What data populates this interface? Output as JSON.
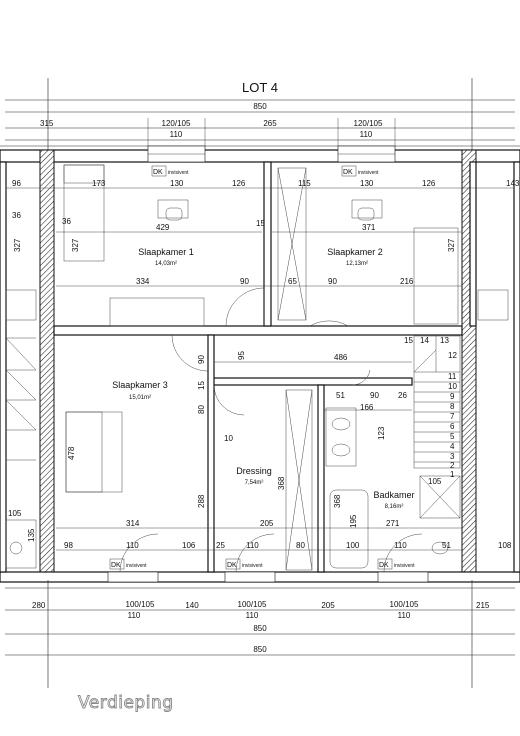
{
  "title": "LOT 4",
  "caption": "Verdieping",
  "rooms": {
    "slaapkamer1": {
      "name": "Slaapkamer 1",
      "area": "14,03m²"
    },
    "slaapkamer2": {
      "name": "Slaapkamer 2",
      "area": "12,13m²"
    },
    "slaapkamer3": {
      "name": "Slaapkamer 3",
      "area": "15,01m²"
    },
    "dressing": {
      "name": "Dressing",
      "area": "7,54m²"
    },
    "badkamer": {
      "name": "Badkamer",
      "area": "8,16m²"
    }
  },
  "windows": {
    "dk": "DK",
    "note": "invisivent"
  },
  "top_dims": {
    "total": "850",
    "w1": "120/105",
    "w1b": "110",
    "w2": "120/105",
    "w2b": "110",
    "s1": "315",
    "s2": "265"
  },
  "bottom_dims": {
    "a": "280",
    "b": "100/105",
    "bb": "110",
    "c": "140",
    "d": "100/105",
    "db": "110",
    "e": "205",
    "f": "100/105",
    "fb": "110",
    "g": "215",
    "total1": "850",
    "total2": "850"
  },
  "inner_dims": {
    "d96": "96",
    "d173": "173",
    "d130a": "130",
    "d126a": "126",
    "d115": "115",
    "d130b": "130",
    "d126b": "126",
    "d143": "143",
    "d36a": "36",
    "d327a": "327",
    "d429": "429",
    "d15a": "15",
    "d371": "371",
    "d327b": "327",
    "d36b": "36",
    "d327c": "327",
    "d334": "334",
    "d90a": "90",
    "d65": "65",
    "d90b": "90",
    "d216": "216",
    "d15b": "15",
    "d14": "14",
    "d13": "13",
    "d90c": "90",
    "d95": "95",
    "d486": "486",
    "d12": "12",
    "d15c": "15",
    "d51": "51",
    "d90d": "90",
    "d26": "26",
    "d166": "166",
    "d80a": "80",
    "d10": "10",
    "d478": "478",
    "d368a": "368",
    "d288": "288",
    "d123": "123",
    "d368b": "368",
    "d195": "195",
    "d105a": "105",
    "d105b": "105",
    "d135": "135",
    "d314": "314",
    "d205": "205",
    "d271": "271",
    "d98": "98",
    "d110a": "110",
    "d106": "106",
    "d25": "25",
    "d110b": "110",
    "d80b": "80",
    "d100": "100",
    "d110c": "110",
    "d51b": "51",
    "d108": "108"
  },
  "stairs": [
    "11",
    "10",
    "9",
    "8",
    "7",
    "6",
    "5",
    "4",
    "3",
    "2",
    "1"
  ]
}
